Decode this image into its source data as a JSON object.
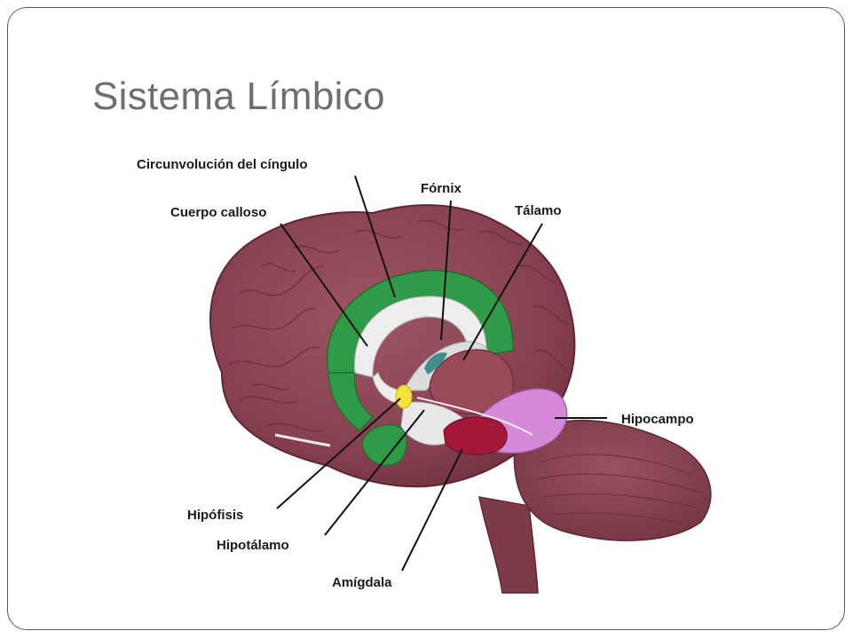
{
  "title": "Sistema Límbico",
  "labels": {
    "cingulate": "Circunvolución del cíngulo",
    "fornix": "Fórnix",
    "corpus_callosum": "Cuerpo calloso",
    "thalamus": "Tálamo",
    "hippocampus": "Hipocampo",
    "pituitary": "Hipófisis",
    "hypothalamus": "Hipotálamo",
    "amygdala": "Amígdala"
  },
  "colors": {
    "brain": "#8c4451",
    "brain_dark": "#6e2f3b",
    "cingulate": "#2f9a48",
    "corpus_callosum": "#eeeeee",
    "thalamus": "#9a4a58",
    "pituitary": "#f2e23a",
    "amygdala": "#a3183a",
    "hippocampus": "#d58ad8"
  },
  "icons": [
    "brain-illustration"
  ]
}
